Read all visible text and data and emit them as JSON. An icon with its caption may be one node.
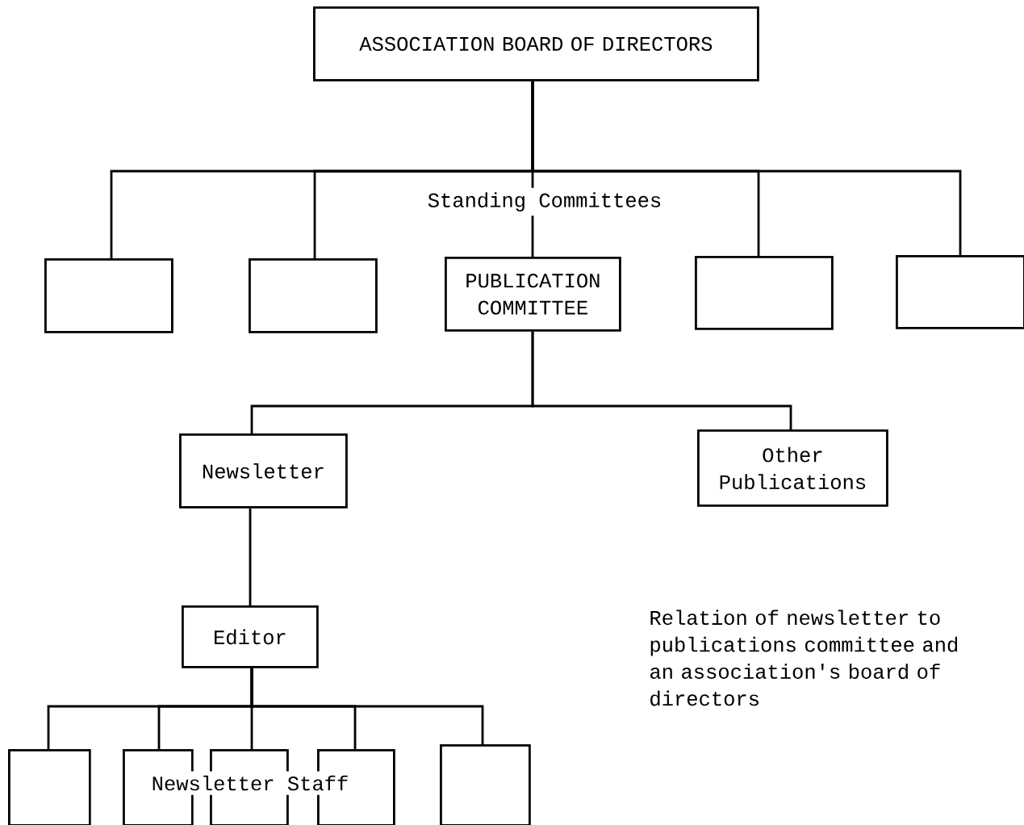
{
  "diagram": {
    "caption": "Relation of newsletter to publications committee and an association's board of directors",
    "nodes": [
      {
        "text": [
          "ASSOCIATION BOARD OF DIRECTORS"
        ]
      },
      {
        "text": [],
        "shape": "box"
      },
      {
        "text": [],
        "shape": "box"
      },
      {
        "text": [
          "PUBLICATION COMMITTEE"
        ]
      },
      {
        "text": [],
        "shape": "box"
      },
      {
        "text": [],
        "shape": "box"
      },
      {
        "text": [
          "Newsletter"
        ]
      },
      {
        "text": [
          "Other Publications"
        ]
      },
      {
        "text": [
          "Editor"
        ]
      },
      {
        "text": [],
        "shape": "box"
      },
      {
        "text": [],
        "shape": "box"
      },
      {
        "text": [],
        "shape": "box"
      },
      {
        "text": [],
        "shape": "box"
      },
      {
        "text": [],
        "shape": "box"
      }
    ],
    "edges": [
      {
        "from": 0,
        "to": 1,
        "arrow": "none"
      },
      {
        "from": 0,
        "to": 2,
        "arrow": "none"
      },
      {
        "from": 0,
        "to": 3,
        "arrow": "none"
      },
      {
        "from": 0,
        "to": 4,
        "arrow": "none"
      },
      {
        "from": 0,
        "to": 5,
        "arrow": "none"
      },
      {
        "from": 3,
        "to": 6,
        "arrow": "none"
      },
      {
        "from": 3,
        "to": 7,
        "arrow": "none"
      },
      {
        "from": 6,
        "to": 8,
        "arrow": "none"
      },
      {
        "from": 8,
        "to": 9,
        "arrow": "none"
      },
      {
        "from": 8,
        "to": 10,
        "arrow": "none"
      },
      {
        "from": 8,
        "to": 11,
        "arrow": "none"
      },
      {
        "from": 8,
        "to": 12,
        "arrow": "none"
      },
      {
        "from": 8,
        "to": 13,
        "arrow": "none"
      }
    ],
    "labels": [
      "Standing Committees",
      "Newsletter Staff"
    ]
  }
}
